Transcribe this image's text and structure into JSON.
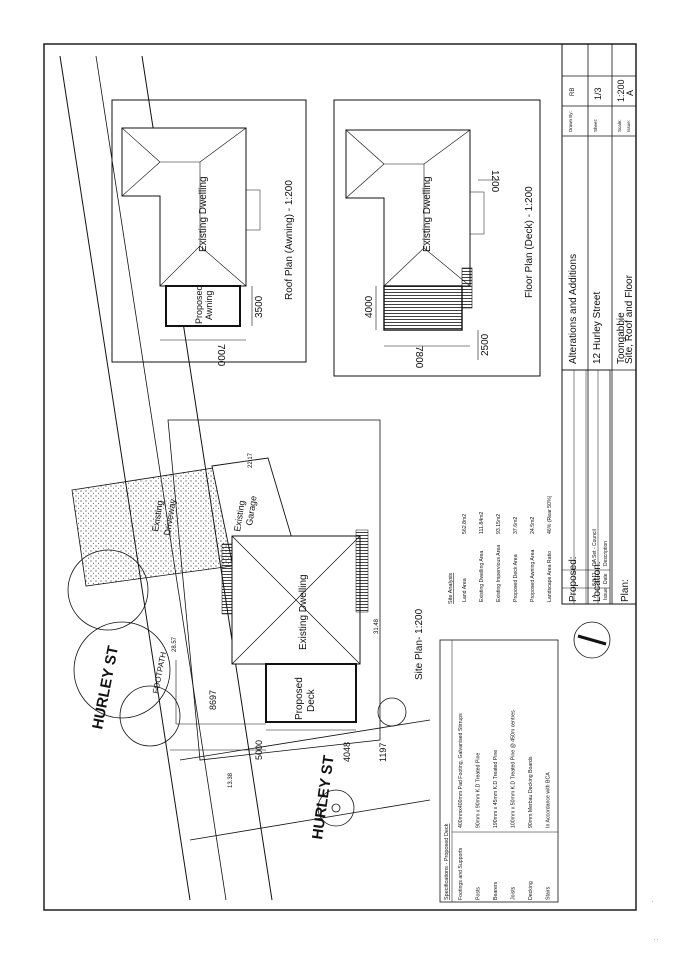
{
  "title_block": {
    "proposed_label": "Proposed:",
    "proposed_value": "Alterations and Additions",
    "location_label": "Location:",
    "location_value1": "12 Hurley Street",
    "location_value2": "Toongabbie",
    "plan_label": "Plan:",
    "plan_value": "Site, Roof and Floor",
    "drawn_by_label": "Drawn By:",
    "drawn_by_value": "RB",
    "sheet_label": "Sheet:",
    "sheet_value": "1/3",
    "scale_label": "Scale:",
    "scale_value": "1:200",
    "issue_label": "Issue:",
    "issue_value": "A"
  },
  "revisions": {
    "headers": [
      "Issue",
      "Date",
      "Description"
    ],
    "rows": [
      {
        "issue": "A",
        "date": "8.8.11",
        "description": "DA Set - Council"
      }
    ]
  },
  "site_analysis": {
    "heading": "Site Analysis",
    "rows": [
      {
        "label": "Land Area",
        "value": "562.8m2"
      },
      {
        "label": "Existing Dwelling Area",
        "value": "111.84m2"
      },
      {
        "label": "Existing Impervious Area",
        "value": "93.15m2"
      },
      {
        "label": "Proposed Deck Area",
        "value": "37.6m2"
      },
      {
        "label": "Proposed Awning Area",
        "value": "24.5m2"
      },
      {
        "label": "Landscape Area Ratio",
        "value": "46% (Rear 50%)"
      }
    ]
  },
  "specifications": {
    "heading": "Specifications - Proposed Deck",
    "rows": [
      {
        "label": "Footings and Supports",
        "value": "400mmx400mm Pad Footing, Galvanised Stirrups"
      },
      {
        "label": "Posts",
        "value": "90mm x 90mm K.D Treated Pine"
      },
      {
        "label": "Bearers",
        "value": "190mm x 45mm K.D Treated Pine"
      },
      {
        "label": "Joists",
        "value": "100mm x 50mm K.D Treated Pine @ 450m centres"
      },
      {
        "label": "Decking",
        "value": "90mm Merbau Decking Boards"
      },
      {
        "label": "Stairs",
        "value": "In Accordance with BCA"
      }
    ]
  },
  "site_plan": {
    "title": "Site Plan- 1:200",
    "street": "HURLEY ST",
    "footpath": "FOOTPATH",
    "driveway_line1": "Existing",
    "driveway_line2": "Driveway",
    "garage_line1": "Existing",
    "garage_line2": "Garage",
    "dwelling": "Existing Dwelling",
    "deck_line1": "Proposed",
    "deck_line2": "Deck",
    "dims": {
      "d1": "22.17",
      "d2": "28.57",
      "d3": "31.48",
      "d4": "8697",
      "d5": "5000",
      "d6": "4048",
      "d7": "1197",
      "d8": "13.38"
    }
  },
  "roof_plan": {
    "title": "Roof Plan (Awning) - 1:200",
    "dwelling": "Existing Dwelling",
    "awning_line1": "Proposed",
    "awning_line2": "Awning",
    "dim_a": "7000",
    "dim_b": "3500"
  },
  "floor_plan": {
    "title": "Floor Plan (Deck) - 1:200",
    "dwelling": "Existing Dwelling",
    "dim_a": "4000",
    "dim_b": "7800",
    "dim_c": "2500",
    "dim_d": "1200"
  }
}
